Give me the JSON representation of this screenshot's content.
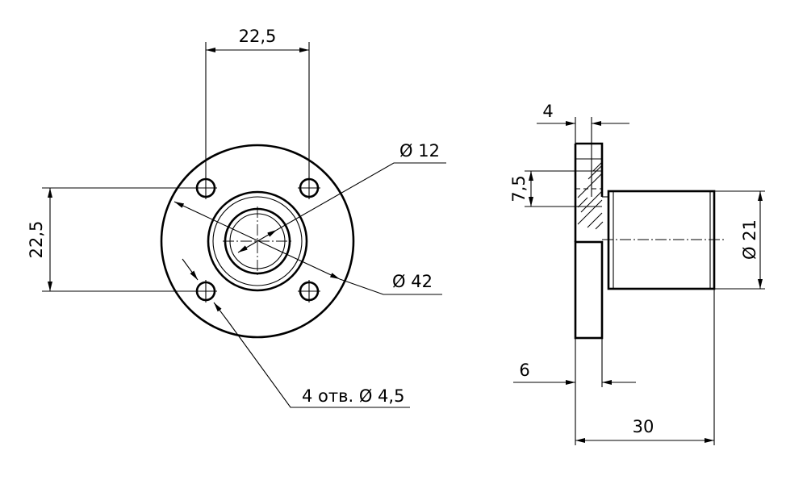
{
  "front_view": {
    "dim_hole_spacing_horizontal": "22,5",
    "dim_hole_spacing_vertical": "22,5",
    "dim_bore": "Ø 12",
    "dim_flange": "Ø 42",
    "dim_holes": "4 отв. Ø 4,5"
  },
  "side_view": {
    "dim_flange_step": "4",
    "dim_hole_dia": "7,5",
    "dim_body_dia": "Ø 21",
    "dim_flange_thickness": "6",
    "dim_total_length": "30"
  }
}
